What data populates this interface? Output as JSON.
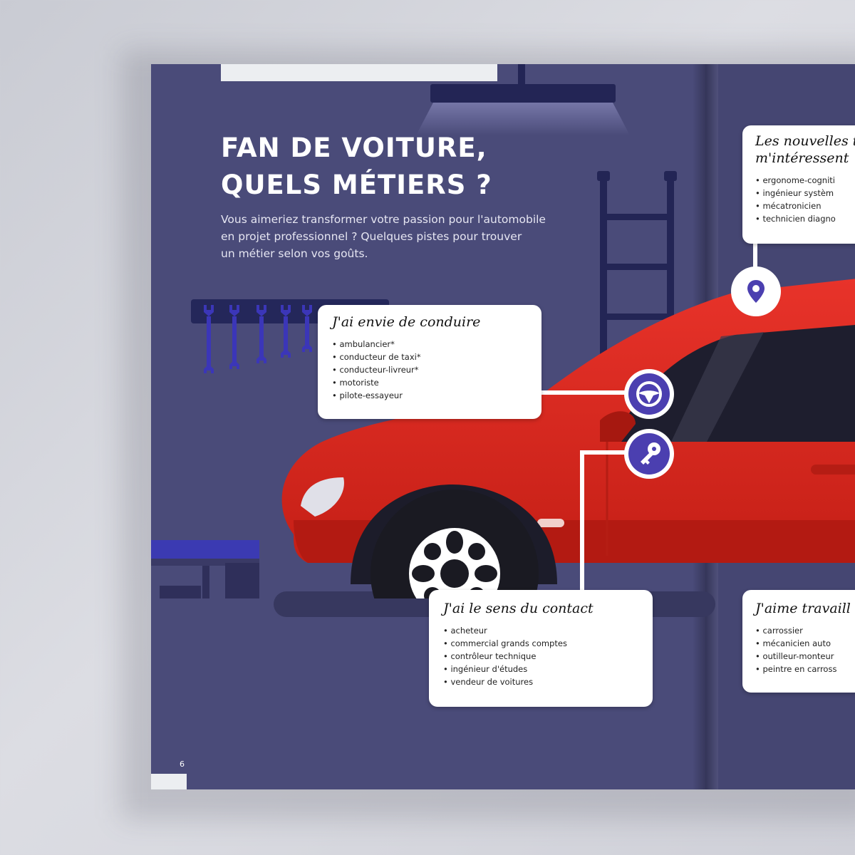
{
  "page": {
    "title_lines": [
      "FAN DE VOITURE,",
      "QUELS MÉTIERS ?"
    ],
    "intro_lines": [
      "Vous aimeriez transformer votre passion pour l'automobile",
      "en projet professionnel ? Quelques pistes pour trouver",
      "un métier selon vos goûts."
    ],
    "page_number": "6"
  },
  "cards": {
    "conduire": {
      "title": "J'ai envie de conduire",
      "items": [
        "ambulancier*",
        "conducteur de taxi*",
        "conducteur-livreur*",
        "motoriste",
        "pilote-essayeur"
      ]
    },
    "contact": {
      "title": "J'ai le sens du contact",
      "items": [
        "acheteur",
        "commercial grands comptes",
        "contrôleur technique",
        "ingénieur d'études",
        "vendeur de voitures"
      ]
    },
    "nouvelles": {
      "title_lines": [
        "Les nouvelles te",
        "m'intéressent"
      ],
      "items": [
        "ergonome-cogniti",
        "ingénieur systèm",
        "mécatronicien",
        "technicien diagno"
      ]
    },
    "travailler": {
      "title": "J'aime travaill",
      "items": [
        "carrossier",
        "mécanicien auto",
        "outilleur-monteur",
        "peintre en carross"
      ]
    }
  },
  "colors": {
    "background": "#4a4b79",
    "car_red": "#e12b1f",
    "icon_purple": "#4b3fb0",
    "card": "#ffffff"
  },
  "icons": [
    "steering-wheel-icon",
    "key-icon",
    "location-pin-icon",
    "wrench-icon"
  ]
}
